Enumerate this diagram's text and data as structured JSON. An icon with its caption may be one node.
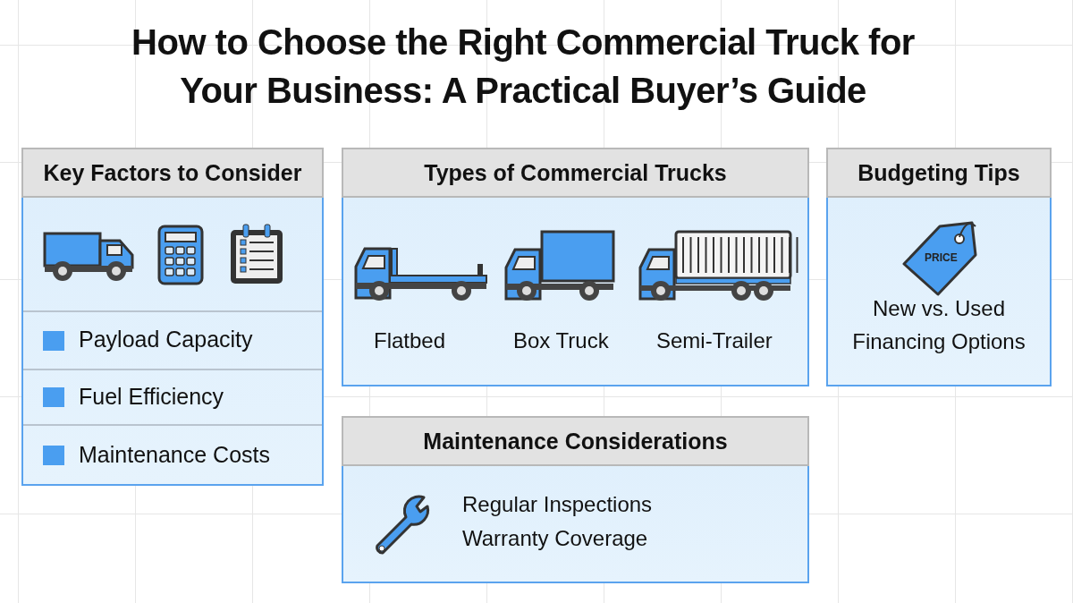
{
  "diagram": {
    "title": "How to Choose the Right Commercial Truck for Your Business: A Practical Buyer’s Guide",
    "nodes": [
      {
        "text": [
          "Key Factors to Consider"
        ]
      },
      {
        "text": [
          "Payload Capacity"
        ],
        "in": 0
      },
      {
        "text": [
          "Fuel Efficiency"
        ],
        "in": 0
      },
      {
        "text": [
          "Maintenance Costs"
        ],
        "in": 0
      },
      {
        "text": [
          "Types of Commercial Trucks",
          "Flatbed",
          "Box Truck",
          "Semi-Trailer"
        ]
      },
      {
        "text": [
          "Budgeting Tips",
          "New vs. Used",
          "Financing Options"
        ]
      },
      {
        "text": [
          "Maintenance Considerations",
          "Regular Inspections",
          "Warranty Coverage"
        ]
      }
    ],
    "labels": [
      "PRICE"
    ]
  }
}
